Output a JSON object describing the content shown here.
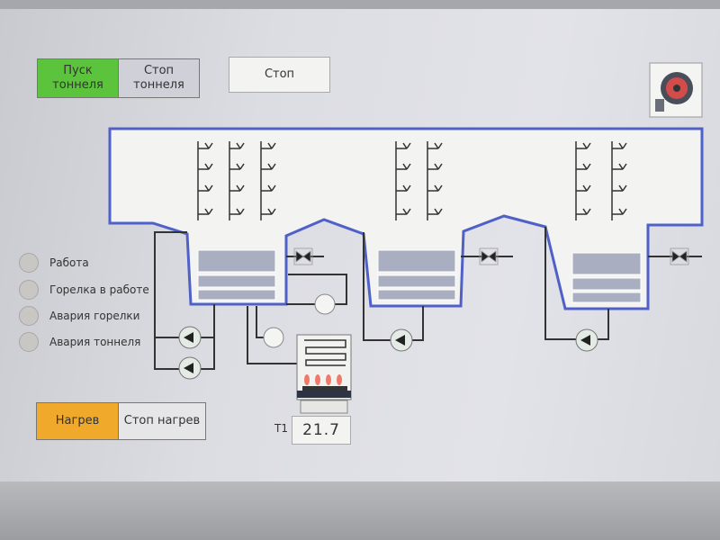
{
  "tunnel_controls": {
    "start_label": "Пуск тоннеля",
    "stop_label": "Стоп тоннеля"
  },
  "status_display": "Стоп",
  "indicators": [
    {
      "label": "Работа",
      "state": "off"
    },
    {
      "label": "Горелка в работе",
      "state": "off"
    },
    {
      "label": "Авария горелки",
      "state": "off"
    },
    {
      "label": "Авария тоннеля",
      "state": "off"
    }
  ],
  "heating_controls": {
    "heat_label": "Нагрев",
    "stop_heat_label": "Стоп нагрев"
  },
  "temperature": {
    "label": "T1",
    "value": "21.7"
  },
  "colors": {
    "active_green": "#5cc43c",
    "heat_orange": "#f0a92a",
    "tunnel_outline": "#4f60c8"
  }
}
